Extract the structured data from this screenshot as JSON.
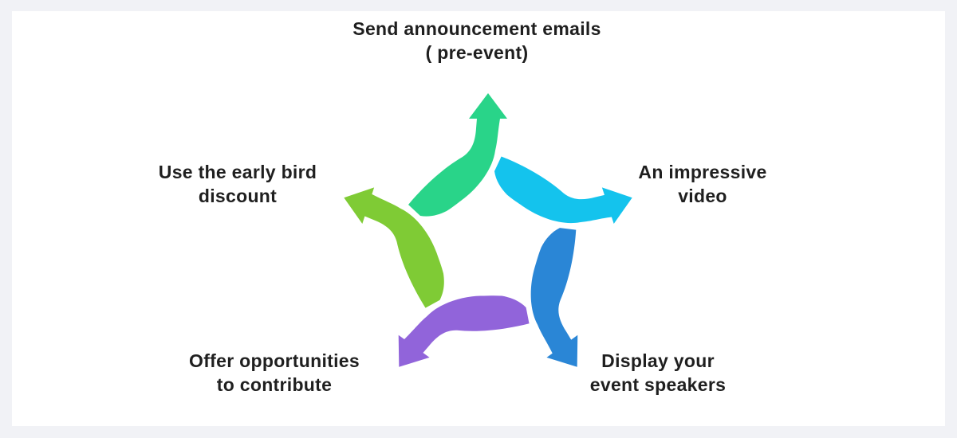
{
  "page": {
    "background_color": "#f1f2f6",
    "panel_background_color": "#ffffff",
    "text_color": "#1f1f1f"
  },
  "diagram": {
    "name": "event-promotion-cycle",
    "type": "five-arrow-cycle",
    "steps": [
      {
        "position": "top",
        "arrow_direction": "up",
        "arrow_color": "#29D489",
        "lines": [
          "Send announcement emails",
          "( pre-event)"
        ]
      },
      {
        "position": "right",
        "arrow_direction": "right",
        "arrow_color": "#14C3ED",
        "lines": [
          "An impressive",
          "video"
        ]
      },
      {
        "position": "bottom-right",
        "arrow_direction": "down-right",
        "arrow_color": "#2A86D6",
        "lines": [
          "Display your",
          "event speakers"
        ]
      },
      {
        "position": "bottom-left",
        "arrow_direction": "down-left",
        "arrow_color": "#9164DA",
        "lines": [
          "Offer opportunities",
          "to contribute"
        ]
      },
      {
        "position": "left",
        "arrow_direction": "up-left",
        "arrow_color": "#7FCB35",
        "lines": [
          "Use the early bird",
          "discount"
        ]
      }
    ]
  }
}
